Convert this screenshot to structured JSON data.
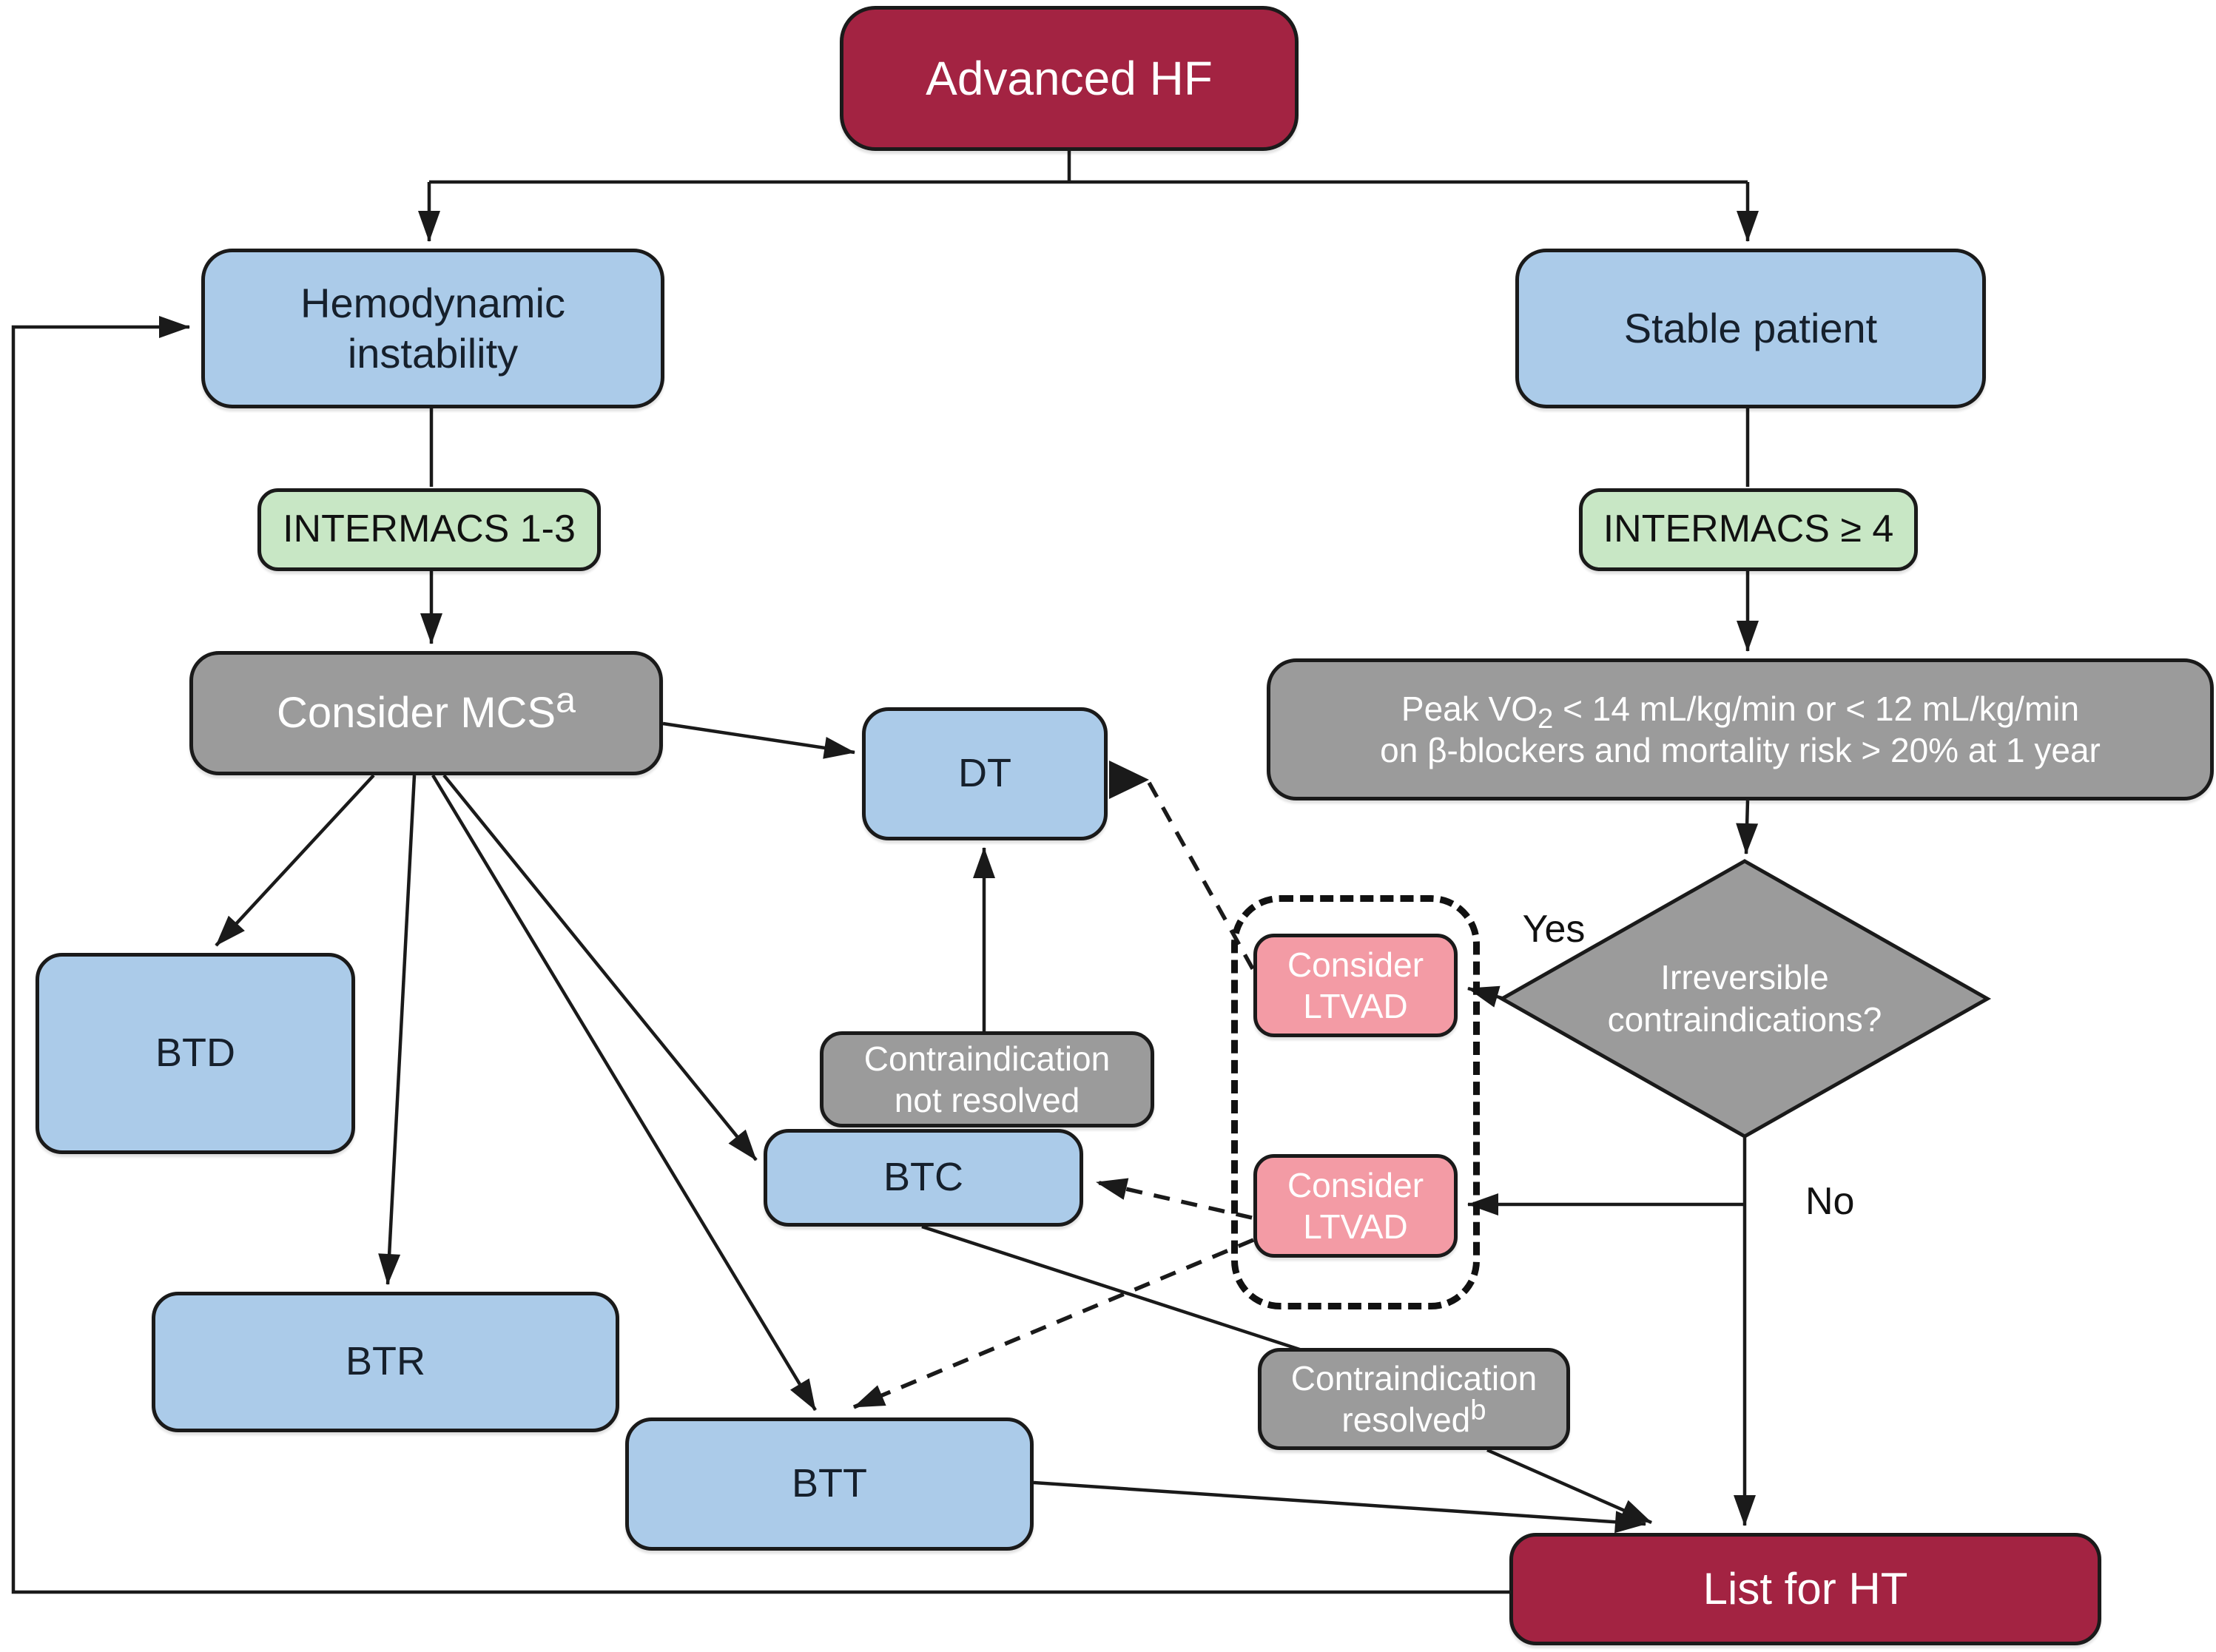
{
  "diagram": {
    "title_node": {
      "label": "Advanced HF"
    },
    "nodes": {
      "hemodynamic": {
        "line1": "Hemodynamic",
        "line2": "instability"
      },
      "stable": {
        "label": "Stable patient"
      },
      "intermacs13": {
        "label": "INTERMACS 1-3"
      },
      "intermacs4": {
        "label": "INTERMACS ≥ 4"
      },
      "consider_mcs": {
        "label": "Consider MCS",
        "sup": "a"
      },
      "peak_vo2": {
        "line1_prefix": "Peak VO",
        "line1_sub": "2",
        "line1_rest": " < 14 mL/kg/min or < 12 mL/kg/min",
        "line2": "on β-blockers and mortality risk > 20% at 1 year"
      },
      "diamond": {
        "line1": "Irreversible",
        "line2": "contraindications?"
      },
      "ltvad1": {
        "line1": "Consider",
        "line2": "LTVAD"
      },
      "ltvad2": {
        "line1": "Consider",
        "line2": "LTVAD"
      },
      "dt": {
        "label": "DT"
      },
      "btd": {
        "label": "BTD"
      },
      "btr": {
        "label": "BTR"
      },
      "btc": {
        "label": "BTC"
      },
      "btt": {
        "label": "BTT"
      },
      "contra_not_resolved": {
        "line1": "Contraindication",
        "line2": "not resolved"
      },
      "contra_resolved": {
        "line1": "Contraindication",
        "line2_text": "resolved",
        "line2_sup": "b"
      },
      "list_ht": {
        "label": "List for HT"
      }
    },
    "edge_labels": {
      "yes": "Yes",
      "no": "No"
    }
  },
  "colors": {
    "red_node": "#A32342",
    "blue_node": "#ABCBE9",
    "green_node": "#C8E7C5",
    "gray_node": "#9B9B9B",
    "pink_node": "#F39BA5"
  }
}
